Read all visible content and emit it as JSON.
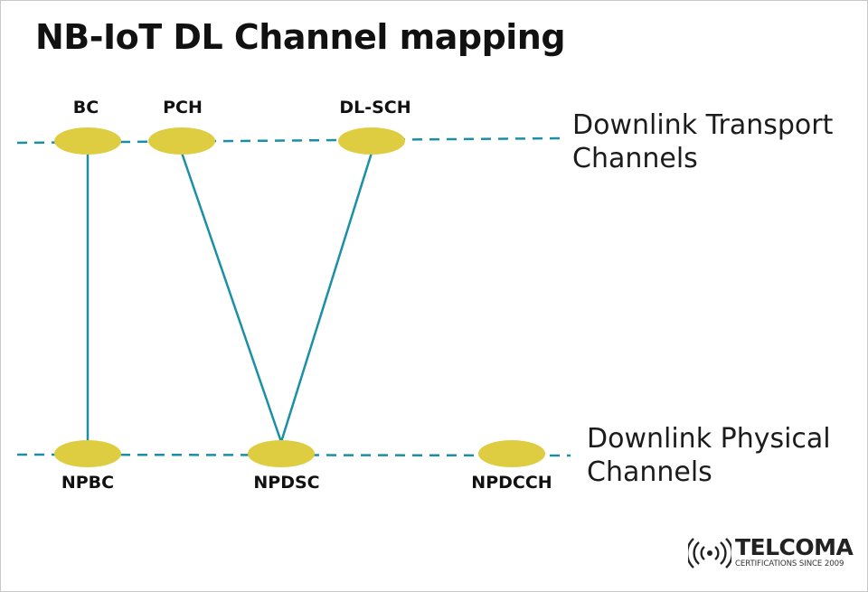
{
  "title": "NB-IoT DL Channel mapping",
  "colors": {
    "node_fill": "#dfcd41",
    "line": "#1b8fa6",
    "text": "#111111"
  },
  "transport_group": {
    "label_line1": "Downlink Transport",
    "label_line2": "Channels",
    "nodes": [
      {
        "id": "bc",
        "label": "BC"
      },
      {
        "id": "pch",
        "label": "PCH"
      },
      {
        "id": "dlsch",
        "label": "DL-SCH"
      }
    ]
  },
  "physical_group": {
    "label_line1": "Downlink Physical",
    "label_line2": "Channels",
    "nodes": [
      {
        "id": "npbc",
        "label": "NPBC"
      },
      {
        "id": "npdsc",
        "label": "NPDSC"
      },
      {
        "id": "npdcch",
        "label": "NPDCCH"
      }
    ]
  },
  "mappings": [
    {
      "from": "BC",
      "to": "NPBC"
    },
    {
      "from": "PCH",
      "to": "NPDSC"
    },
    {
      "from": "DL-SCH",
      "to": "NPDSC"
    }
  ],
  "logo": {
    "name": "TELCOMA",
    "tagline": "CERTIFICATIONS SINCE 2009",
    "icon": "signal-waves-icon"
  }
}
